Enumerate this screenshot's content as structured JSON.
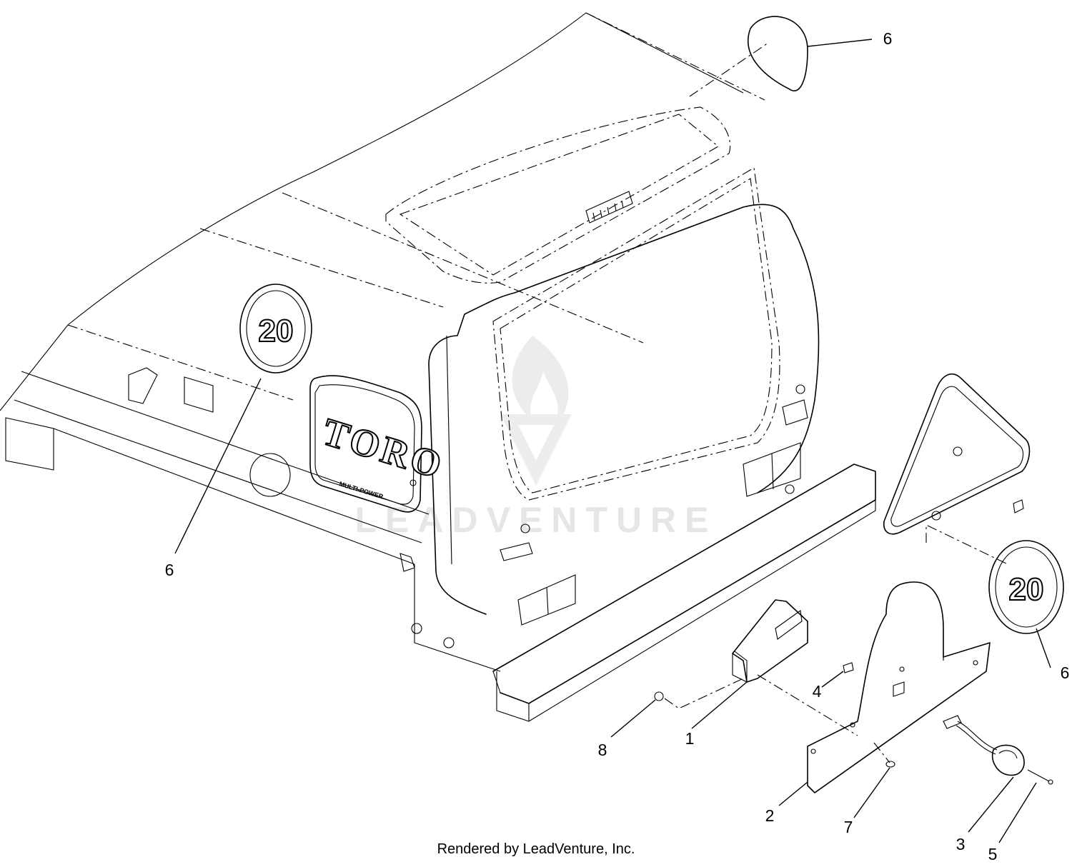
{
  "diagram": {
    "speed_plate_text": "20",
    "brand_text": "TORO",
    "brand_subtext": "MULTI-POWER",
    "watermark_text": "LEADVENTURE",
    "callouts": [
      {
        "id": "c6a",
        "label": "6"
      },
      {
        "id": "c6b",
        "label": "6"
      },
      {
        "id": "c6c",
        "label": "6"
      },
      {
        "id": "c1",
        "label": "1"
      },
      {
        "id": "c2",
        "label": "2"
      },
      {
        "id": "c3",
        "label": "3"
      },
      {
        "id": "c4",
        "label": "4"
      },
      {
        "id": "c5",
        "label": "5"
      },
      {
        "id": "c7",
        "label": "7"
      },
      {
        "id": "c8",
        "label": "8"
      }
    ]
  },
  "footer": {
    "text": "Rendered by LeadVenture, Inc."
  }
}
